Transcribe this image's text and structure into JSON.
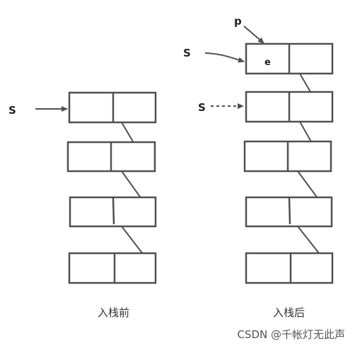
{
  "diagram": {
    "before": {
      "pointer_label": "S",
      "node_count": 4,
      "caption": "入栈前"
    },
    "after": {
      "pointer_label_p": "p",
      "pointer_label_s_new": "S",
      "pointer_label_s_old": "S",
      "top_node_value": "e",
      "node_count": 5,
      "caption": "入栈后"
    },
    "watermark": "CSDN @千帐灯无此声",
    "colors": {
      "line": "#505050",
      "text": "#222222",
      "background": "#ffffff"
    }
  }
}
